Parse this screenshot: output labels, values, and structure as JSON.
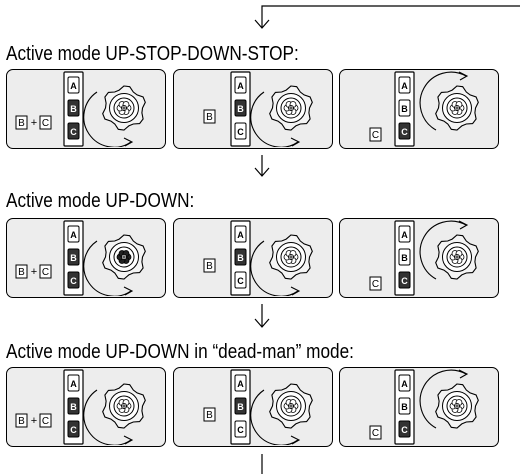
{
  "sections": [
    {
      "title": "Active mode UP-STOP-DOWN-STOP:",
      "panels": [
        {
          "keys_pressed": [
            "B",
            "C"
          ],
          "joiner": "+",
          "active_keys": [
            "B",
            "C"
          ],
          "rotation": "clockwise"
        },
        {
          "keys_pressed": [
            "B"
          ],
          "joiner": "",
          "active_keys": [
            "B"
          ],
          "rotation": "clockwise"
        },
        {
          "keys_pressed": [
            "C"
          ],
          "joiner": "",
          "active_keys": [
            "C"
          ],
          "rotation": "counterclockwise"
        }
      ]
    },
    {
      "title": "Active mode UP-DOWN:",
      "panels": [
        {
          "keys_pressed": [
            "B",
            "C"
          ],
          "joiner": "+",
          "active_keys": [
            "B",
            "C"
          ],
          "rotation": "clockwise"
        },
        {
          "keys_pressed": [
            "B"
          ],
          "joiner": "",
          "active_keys": [
            "B"
          ],
          "rotation": "clockwise"
        },
        {
          "keys_pressed": [
            "C"
          ],
          "joiner": "",
          "active_keys": [
            "C"
          ],
          "rotation": "counterclockwise"
        }
      ]
    },
    {
      "title": "Active mode UP-DOWN in “dead-man” mode:",
      "panels": [
        {
          "keys_pressed": [
            "B",
            "C"
          ],
          "joiner": "+",
          "active_keys": [
            "B",
            "C"
          ],
          "rotation": "clockwise"
        },
        {
          "keys_pressed": [
            "B"
          ],
          "joiner": "",
          "active_keys": [
            "B"
          ],
          "rotation": "clockwise"
        },
        {
          "keys_pressed": [
            "C"
          ],
          "joiner": "",
          "active_keys": [
            "C"
          ],
          "rotation": "counterclockwise"
        }
      ]
    }
  ],
  "remote_keys": [
    "A",
    "B",
    "C"
  ],
  "colors": {
    "panel_bg": "#ededed",
    "key_active": "#333333",
    "key_inactive": "#ffffff",
    "line": "#000000"
  },
  "icons": {
    "flow_arrow": "arrow-down-icon",
    "dial": "wheel-dial-icon",
    "rotation": "curved-arrow-icon"
  }
}
